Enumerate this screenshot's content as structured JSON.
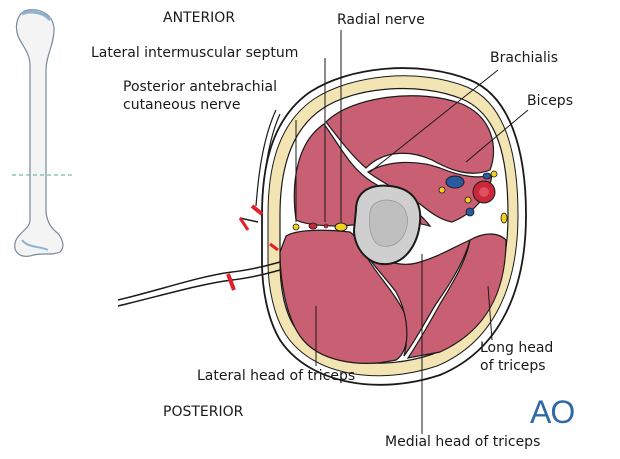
{
  "orientation": {
    "anterior": "ANTERIOR",
    "posterior": "POSTERIOR"
  },
  "labels": {
    "radial_nerve": "Radial nerve",
    "lateral_intermuscular_septum": "Lateral intermuscular septum",
    "posterior_antebrachial_line1": "Posterior antebrachial",
    "posterior_antebrachial_line2": "cutaneous nerve",
    "brachialis": "Brachialis",
    "biceps": "Biceps",
    "lateral_head_triceps": "Lateral head of triceps",
    "long_head_line1": "Long head",
    "long_head_line2": "of triceps",
    "medial_head_triceps": "Medial head of triceps"
  },
  "logo_text": "AO",
  "colors": {
    "muscle": "#c85f72",
    "fat": "#f3e4b4",
    "skin": "#ffffff",
    "bone": "#cfcfcf",
    "nerve": "#f0d020",
    "artery": "#c8283a",
    "vein": "#2a5aa0",
    "incision": "#e0202a",
    "logo": "#2f6aa6"
  }
}
